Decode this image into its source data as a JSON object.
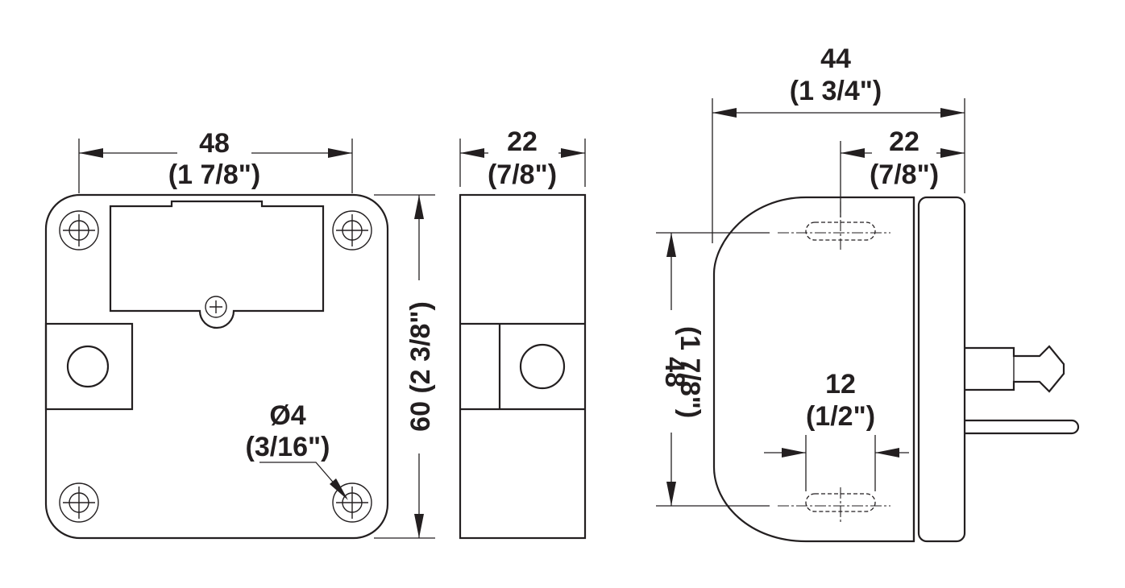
{
  "front_view": {
    "width_mm": "48",
    "width_in": "(1 7/8\")",
    "height_label": "60 (2 3/8\")",
    "hole_mm": "Ø4",
    "hole_in": "(3/16\")"
  },
  "side_view": {
    "width_mm": "22",
    "width_in": "(7/8\")"
  },
  "right_view": {
    "overall_mm": "44",
    "overall_in": "(1 3/4\")",
    "face_mm": "22",
    "face_in": "(7/8\")",
    "slot_spacing_mm": "48",
    "slot_spacing_in": "(1 7/8\")",
    "slot_length_mm": "12",
    "slot_length_in": "(1/2\")"
  }
}
